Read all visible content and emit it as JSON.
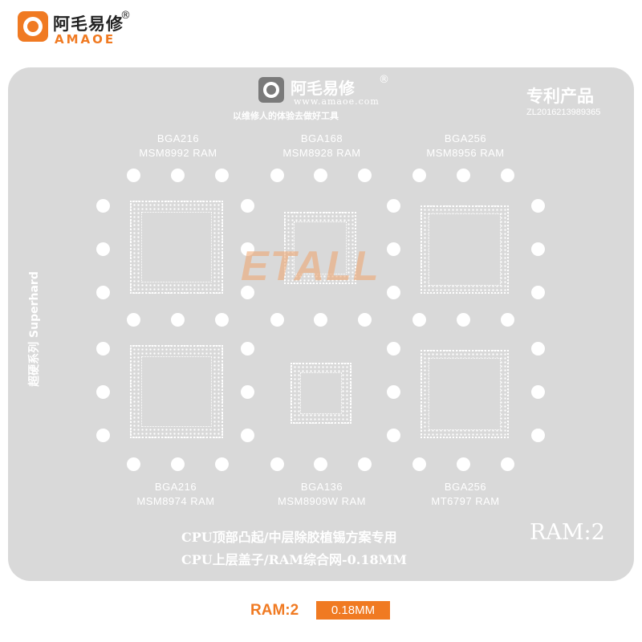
{
  "brand": {
    "name_cn": "阿毛易修",
    "registered": "®",
    "name_en": "AMAOE"
  },
  "stencil": {
    "brand_cn": "阿毛易修",
    "registered": "®",
    "url": "www.amaoe.com",
    "slogan": "以维修人的体验去做好工具",
    "patent_title": "专利产品",
    "patent_number": "ZL2016213989365",
    "side_text": "超硬系列 Superhard",
    "watermark": "ETALL",
    "chips": [
      {
        "bga": "BGA216",
        "model": "MSM8992 RAM"
      },
      {
        "bga": "BGA168",
        "model": "MSM8928 RAM"
      },
      {
        "bga": "BGA256",
        "model": "MSM8956 RAM"
      },
      {
        "bga": "BGA216",
        "model": "MSM8974 RAM"
      },
      {
        "bga": "BGA136",
        "model": "MSM8909W RAM"
      },
      {
        "bga": "BGA256",
        "model": "MT6797 RAM"
      }
    ],
    "desc_line1": "CPU顶部凸起/中层除胶植锡方案专用",
    "desc_line2": "CPU上层盖子/RAM综合网-0.18MM",
    "ram_code": "RAM:2"
  },
  "footer": {
    "model": "RAM:2",
    "thickness": "0.18MM"
  },
  "colors": {
    "accent": "#f07a22",
    "plate": "#d9d9d9"
  }
}
